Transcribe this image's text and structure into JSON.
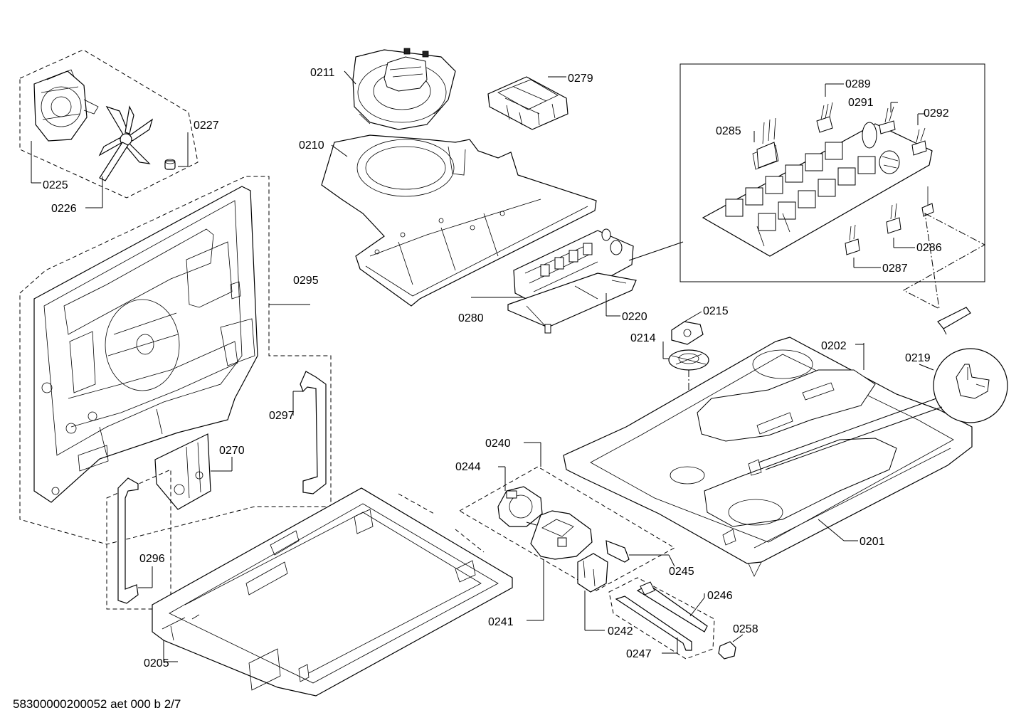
{
  "labels": {
    "p0211": "0211",
    "p0279": "0279",
    "p0210": "0210",
    "p0227": "0227",
    "p0225": "0225",
    "p0226": "0226",
    "p0295": "0295",
    "p0289": "0289",
    "p0291": "0291",
    "p0292": "0292",
    "p0285": "0285",
    "p0286": "0286",
    "p0287": "0287",
    "p0280": "0280",
    "p0220": "0220",
    "p0215": "0215",
    "p0214": "0214",
    "p0202": "0202",
    "p0219": "0219",
    "p0297": "0297",
    "p0270": "0270",
    "p0240": "0240",
    "p0244": "0244",
    "p0296": "0296",
    "p0201": "0201",
    "p0245": "0245",
    "p0246": "0246",
    "p0241": "0241",
    "p0242": "0242",
    "p0258": "0258",
    "p0247": "0247",
    "p0205": "0205"
  },
  "footer": "58300000200052 aet 000 b 2/7"
}
